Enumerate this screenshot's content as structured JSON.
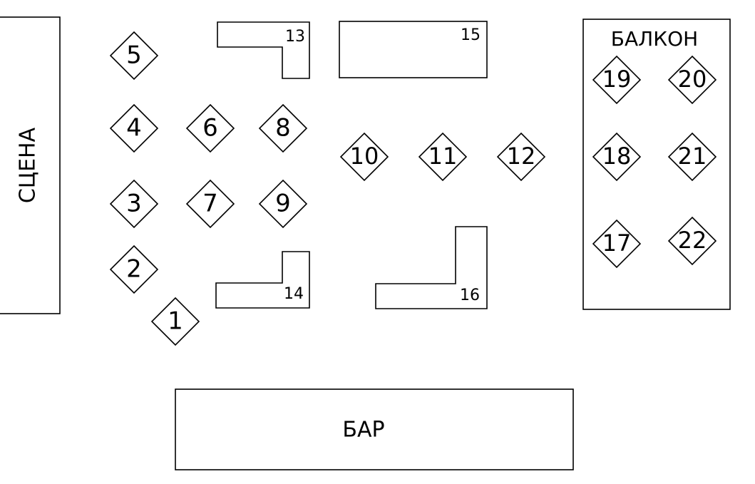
{
  "stage_label": "СЦЕНА",
  "balcony_label": "БАЛКОН",
  "bar_label": "БАР",
  "round_tables": [
    "1",
    "2",
    "3",
    "4",
    "5",
    "6",
    "7",
    "8",
    "9",
    "10",
    "11",
    "12",
    "17",
    "18",
    "19",
    "20",
    "21",
    "22"
  ],
  "long_tables": [
    "13",
    "14",
    "15",
    "16"
  ]
}
